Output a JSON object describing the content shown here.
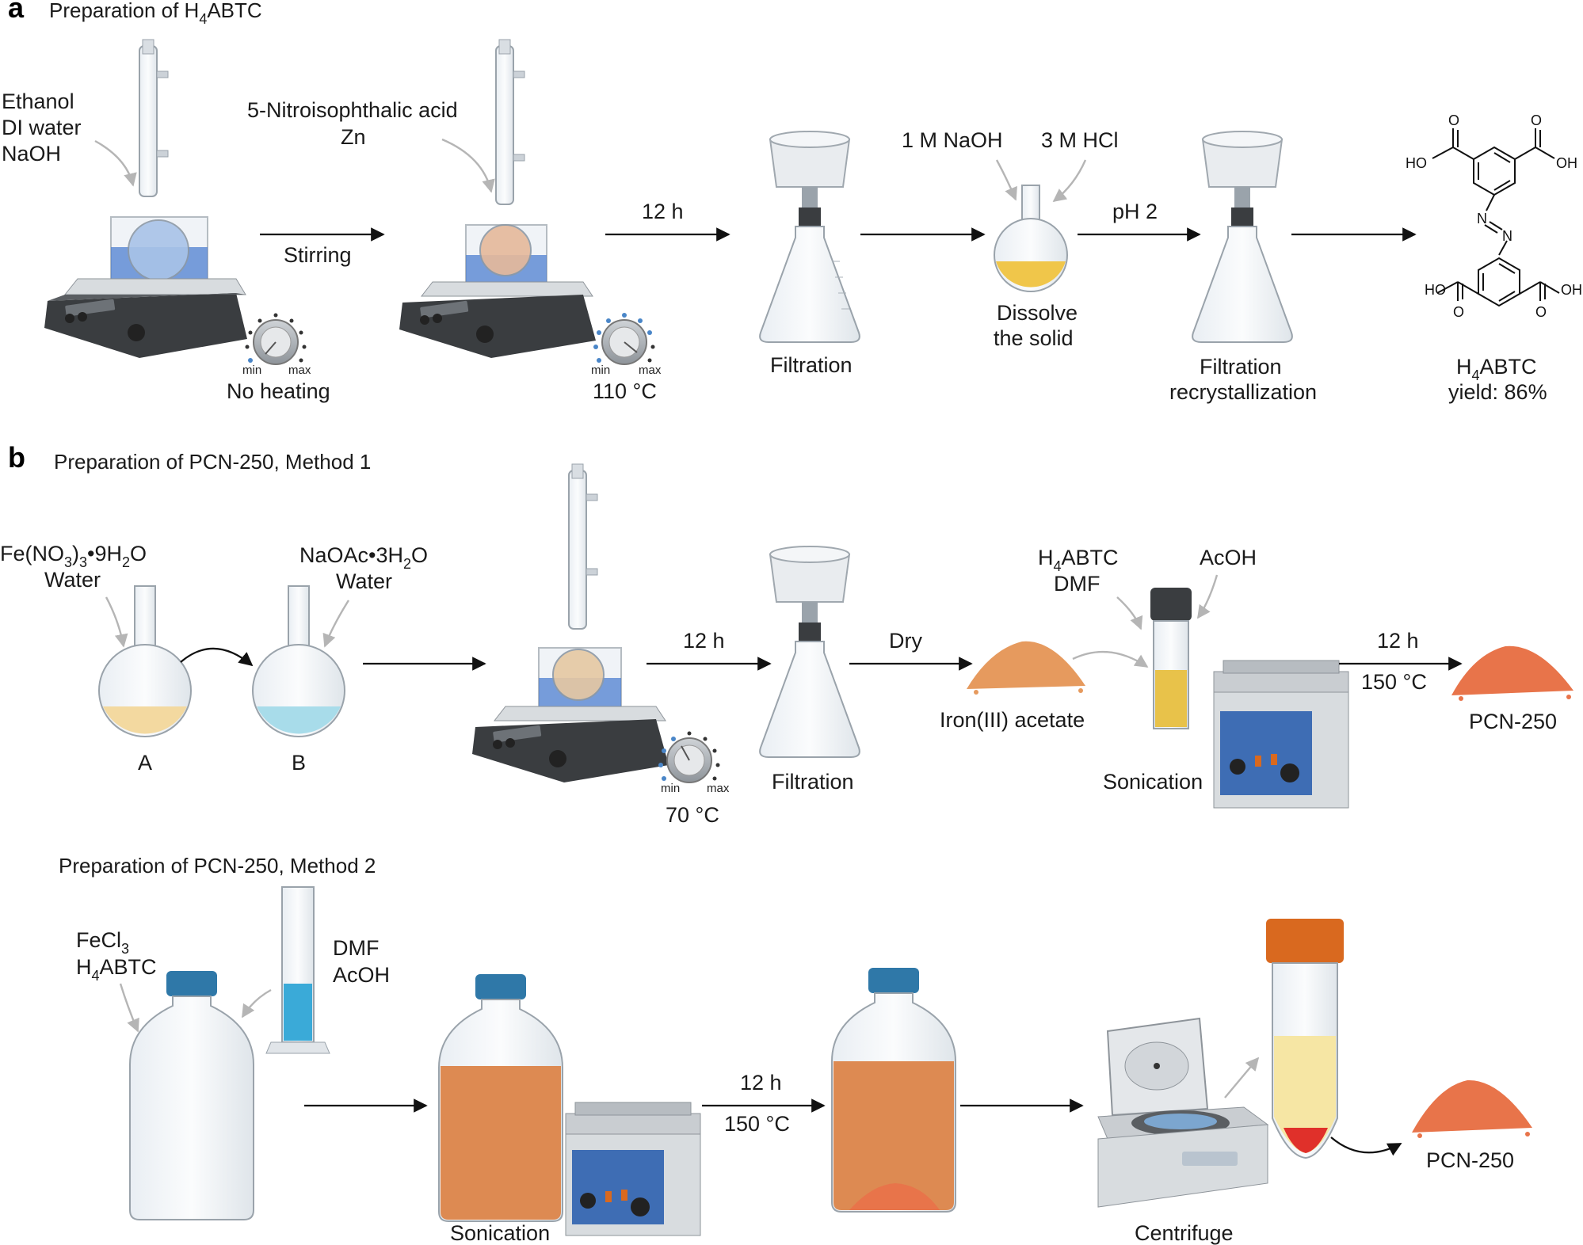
{
  "colors": {
    "ethanol_blue": "#4d7fd0",
    "yellow_solution": "#f0c64a",
    "orange_solution": "#dd8a52",
    "pcn_powder": "#e8744a",
    "iron_acetate_powder": "#e69a5e",
    "bottle_cap": "#2f78a8",
    "tube_cap": "#d9691f",
    "dial_blue": "#4a86c8"
  },
  "panel_a": {
    "letter": "a",
    "title": "Preparation of H4ABTC",
    "reagents_1": [
      "Ethanol",
      "DI water",
      "NaOH"
    ],
    "reagents_2": [
      "5-Nitroisophthalic acid",
      "Zn"
    ],
    "arrow_stirring": "Stirring",
    "arrow_12h": "12 h",
    "dial_min": "min",
    "dial_max": "max",
    "label_no_heating": "No heating",
    "label_110": "110 °C",
    "label_filtration": "Filtration",
    "reagent_naoh": "1 M NaOH",
    "reagent_hcl": "3 M HCl",
    "label_dissolve": [
      "Dissolve",
      "the solid"
    ],
    "arrow_ph": "pH 2",
    "label_filtration_recryst": [
      "Filtration",
      "recrystallization"
    ],
    "product_name": "H4ABTC",
    "product_yield": "yield: 86%",
    "chem_o": "O",
    "chem_ho": "HO",
    "chem_oh": "OH",
    "chem_n": "N"
  },
  "panel_b": {
    "letter": "b",
    "title_m1": "Preparation of PCN-250, Method 1",
    "reagent_fe": [
      "Fe(NO3)3•9H2O",
      "Water"
    ],
    "reagent_na": [
      "NaOAc•3H2O",
      "Water"
    ],
    "label_a": "A",
    "label_b": "B",
    "arrow_12h": "12 h",
    "label_70": "70 °C",
    "label_filtration": "Filtration",
    "arrow_dry": "Dry",
    "label_iron_acetate": "Iron(III) acetate",
    "reagent_h4abtc": [
      "H4ABTC",
      "DMF"
    ],
    "reagent_acoh": "AcOH",
    "label_sonication": "Sonication",
    "arrow_12h_b": "12 h",
    "arrow_150": "150 °C",
    "label_pcn": "PCN-250",
    "title_m2": "Preparation of PCN-250, Method 2",
    "reagent_fecl3": [
      "FeCl3",
      "H4ABTC"
    ],
    "reagent_dmf": [
      "DMF",
      "AcOH"
    ],
    "label_sonication_2": "Sonication",
    "arrow_12h_c": "12 h",
    "arrow_150_c": "150 °C",
    "label_centrifuge": "Centrifuge",
    "label_pcn_2": "PCN-250"
  }
}
